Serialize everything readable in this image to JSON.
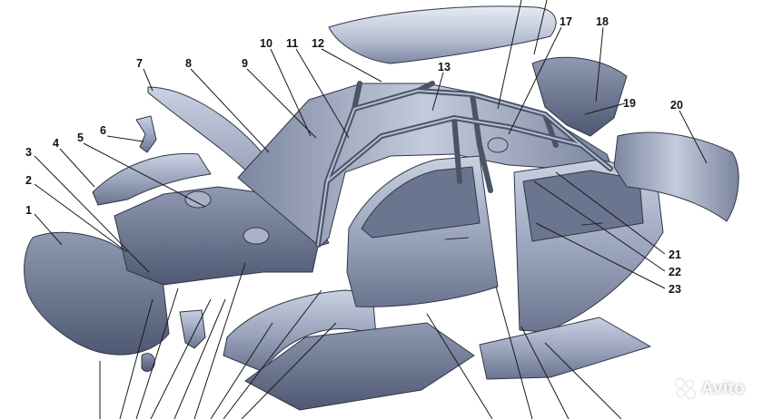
{
  "diagram": {
    "callouts": [
      {
        "id": "c1",
        "label": "1"
      },
      {
        "id": "c2",
        "label": "2"
      },
      {
        "id": "c3",
        "label": "3"
      },
      {
        "id": "c4",
        "label": "4"
      },
      {
        "id": "c5",
        "label": "5"
      },
      {
        "id": "c6",
        "label": "6"
      },
      {
        "id": "c7",
        "label": "7"
      },
      {
        "id": "c8",
        "label": "8"
      },
      {
        "id": "c9",
        "label": "9"
      },
      {
        "id": "c10",
        "label": "10"
      },
      {
        "id": "c11",
        "label": "11"
      },
      {
        "id": "c12",
        "label": "12"
      },
      {
        "id": "c13",
        "label": "13"
      },
      {
        "id": "c17",
        "label": "17"
      },
      {
        "id": "c18",
        "label": "18"
      },
      {
        "id": "c19",
        "label": "19"
      },
      {
        "id": "c20",
        "label": "20"
      },
      {
        "id": "c21",
        "label": "21"
      },
      {
        "id": "c22",
        "label": "22"
      },
      {
        "id": "c23",
        "label": "23"
      }
    ],
    "colors": {
      "panel_light": "#b9c2d6",
      "panel_mid": "#8e98b0",
      "panel_dark": "#5c6680",
      "outline": "#2f3747"
    }
  },
  "watermark": {
    "text": "Avito",
    "icon": "avito-dots-icon"
  }
}
